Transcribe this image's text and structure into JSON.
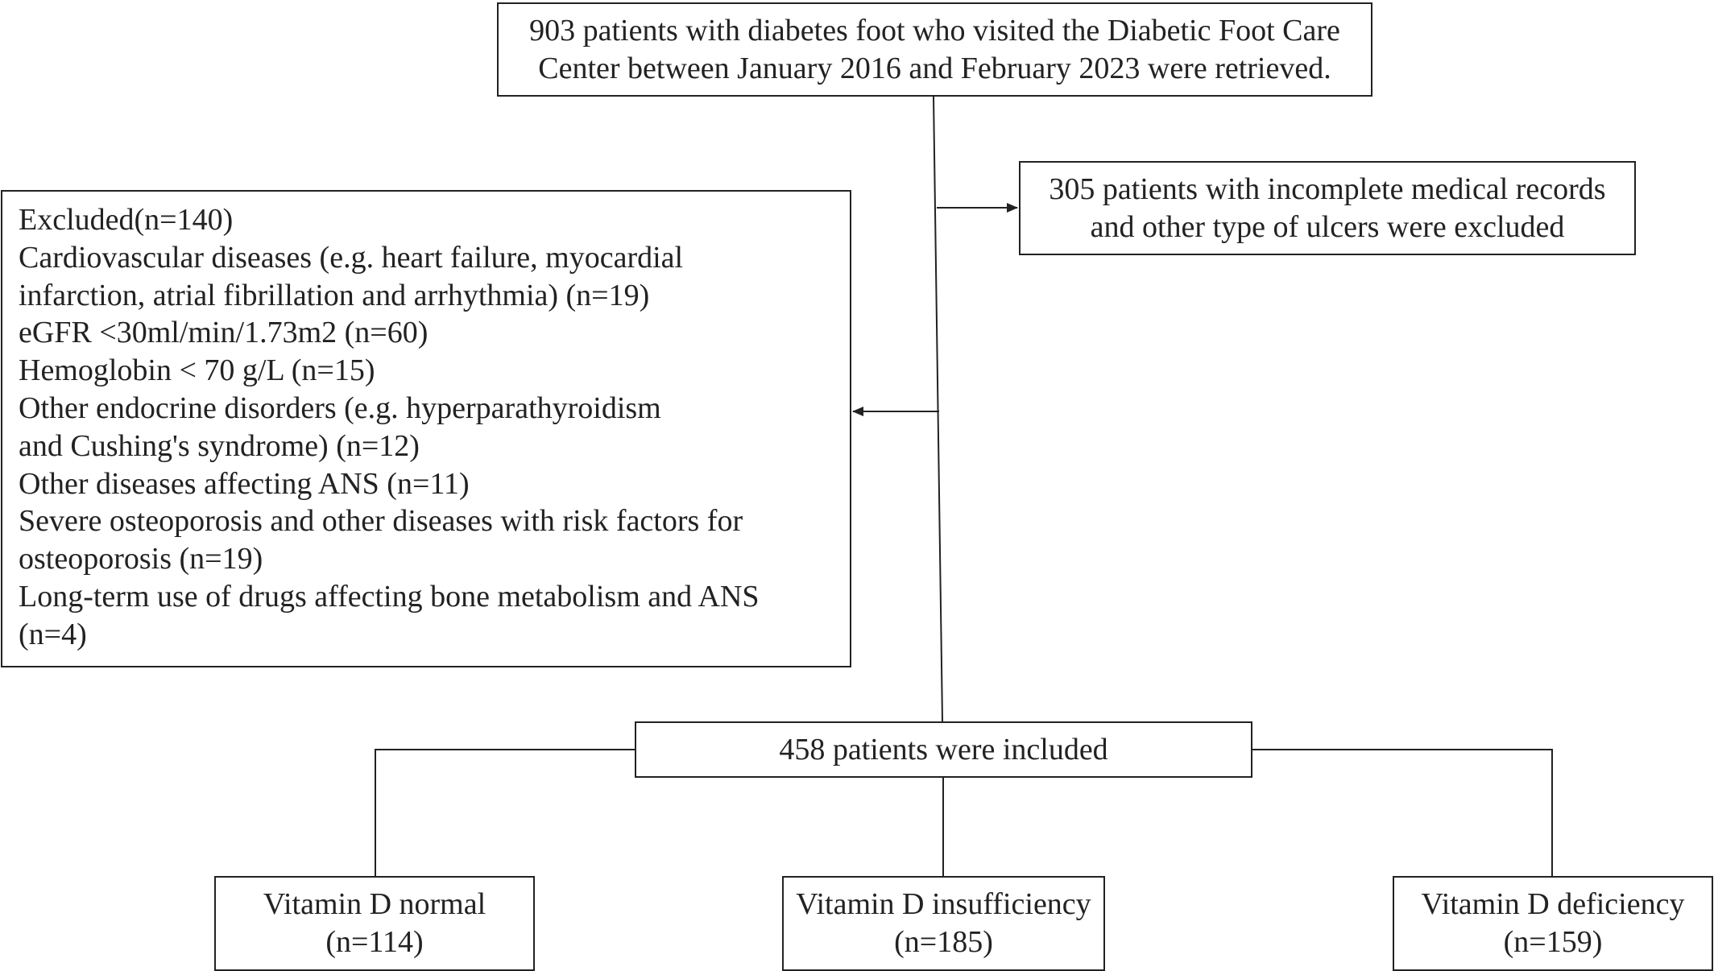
{
  "flowchart": {
    "retrieved": {
      "lines": [
        "903 patients with diabetes foot who visited the Diabetic Foot Care",
        "Center between January 2016 and February 2023 were retrieved."
      ]
    },
    "incomplete": {
      "lines": [
        "305 patients with incomplete medical records",
        "and other type of ulcers were excluded"
      ]
    },
    "excluded": {
      "lines": [
        "Excluded(n=140)",
        "Cardiovascular diseases (e.g. heart failure, myocardial",
        "infarction, atrial fibrillation and arrhythmia) (n=19)",
        "eGFR <30ml/min/1.73m2 (n=60)",
        "Hemoglobin < 70 g/L (n=15)",
        "Other endocrine disorders (e.g. hyperparathyroidism",
        "and Cushing's syndrome) (n=12)",
        "Other diseases affecting ANS (n=11)",
        "Severe osteoporosis and other diseases with risk factors for",
        "osteoporosis (n=19)",
        "Long-term use of drugs affecting bone metabolism and ANS",
        "(n=4)"
      ]
    },
    "included": {
      "label": "458 patients were included"
    },
    "groups": [
      {
        "label": "Vitamin D normal",
        "count": "(n=114)"
      },
      {
        "label": "Vitamin D insufficiency",
        "count": "(n=185)"
      },
      {
        "label": "Vitamin D deficiency",
        "count": "(n=159)"
      }
    ],
    "colors": {
      "stroke": "#222222",
      "text": "#222222",
      "background": "#ffffff"
    }
  }
}
